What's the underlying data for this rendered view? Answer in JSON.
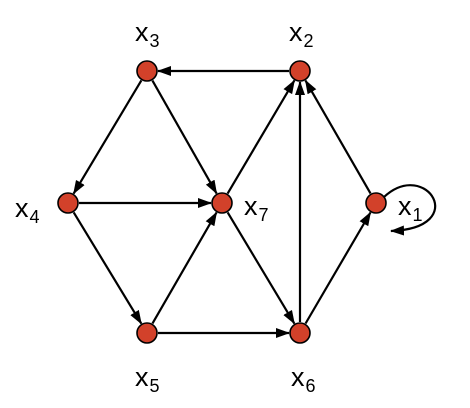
{
  "colors": {
    "node_fill": "#d2412a",
    "edge": "#000000"
  },
  "nodes": [
    {
      "id": "x1",
      "letter": "x",
      "index": "1"
    },
    {
      "id": "x2",
      "letter": "x",
      "index": "2"
    },
    {
      "id": "x3",
      "letter": "x",
      "index": "3"
    },
    {
      "id": "x4",
      "letter": "x",
      "index": "4"
    },
    {
      "id": "x5",
      "letter": "x",
      "index": "5"
    },
    {
      "id": "x6",
      "letter": "x",
      "index": "6"
    },
    {
      "id": "x7",
      "letter": "x",
      "index": "7"
    }
  ],
  "edges": [
    {
      "from": "x2",
      "to": "x3"
    },
    {
      "from": "x3",
      "to": "x4"
    },
    {
      "from": "x3",
      "to": "x7"
    },
    {
      "from": "x4",
      "to": "x7"
    },
    {
      "from": "x4",
      "to": "x5"
    },
    {
      "from": "x5",
      "to": "x7"
    },
    {
      "from": "x5",
      "to": "x6"
    },
    {
      "from": "x7",
      "to": "x2"
    },
    {
      "from": "x7",
      "to": "x6"
    },
    {
      "from": "x6",
      "to": "x2"
    },
    {
      "from": "x6",
      "to": "x1"
    },
    {
      "from": "x1",
      "to": "x2"
    },
    {
      "from": "x1",
      "to": "x1"
    }
  ]
}
